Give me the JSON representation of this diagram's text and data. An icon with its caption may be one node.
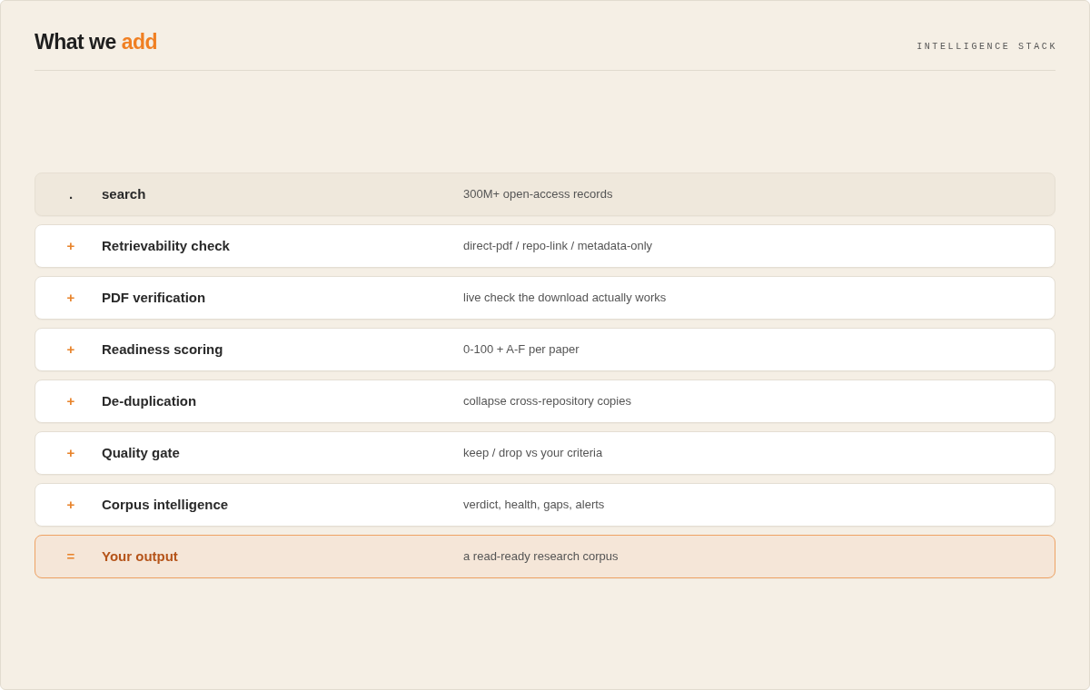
{
  "diagram": {
    "title": "What we add",
    "nodes": [
      {
        "text": [
          ".",
          "search",
          "300M+ open-access records"
        ]
      },
      {
        "text": [
          "+",
          "Retrievability check",
          "direct-pdf / repo-link / metadata-only"
        ]
      },
      {
        "text": [
          "+",
          "PDF verification",
          "live check the download actually works"
        ]
      },
      {
        "text": [
          "+",
          "Readiness scoring",
          "0-100 + A-F per paper"
        ]
      },
      {
        "text": [
          "+",
          "De-duplication",
          "collapse cross-repository copies"
        ]
      },
      {
        "text": [
          "+",
          "Quality gate",
          "keep / drop vs your criteria"
        ]
      },
      {
        "text": [
          "+",
          "Corpus intelligence",
          "verdict, health, gaps, alerts"
        ]
      },
      {
        "text": [
          "=",
          "Your output",
          "a read-ready research corpus"
        ]
      }
    ],
    "labels": [
      "INTELLIGENCE STACK"
    ]
  }
}
